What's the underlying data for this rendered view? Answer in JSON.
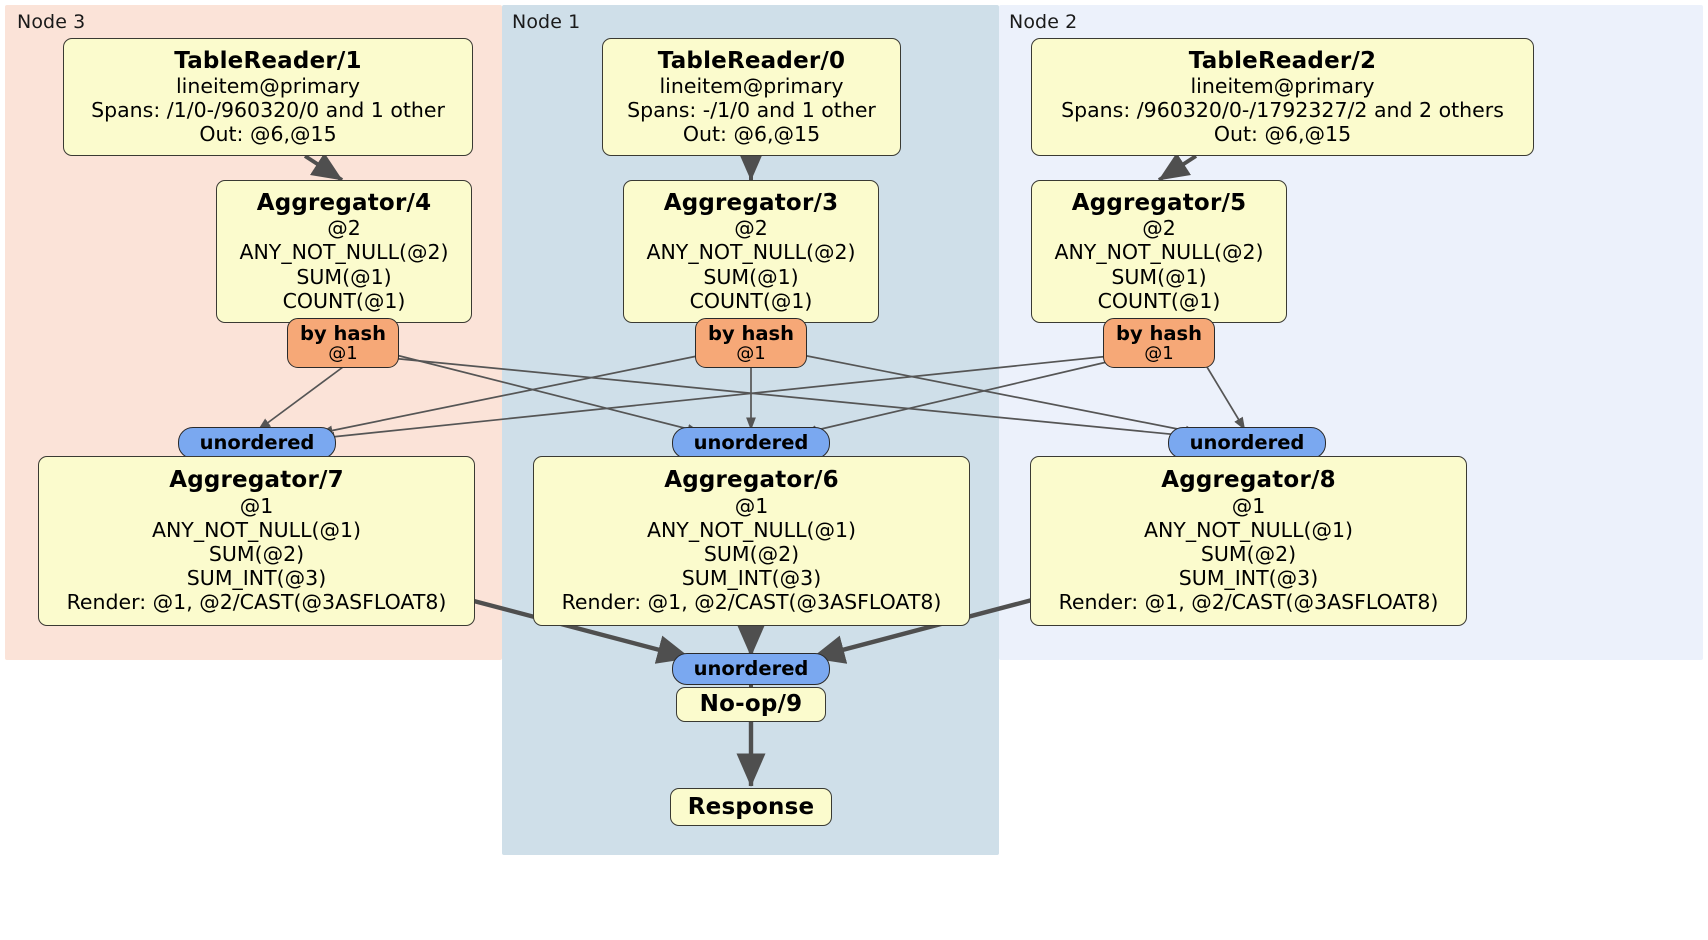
{
  "diagram": {
    "type": "distributed-query-plan",
    "colors": {
      "node3_bg": "#fbe3d8",
      "node1_bg": "#cfdfe9",
      "node2_bg": "#ecf1fb",
      "processor_bg": "#fbfbcd",
      "router_hash_bg": "#f6a877",
      "receiver_unordered_bg": "#7aa8f0",
      "edge": "#4f4f4f",
      "thin_edge": "#555555"
    }
  },
  "panels": [
    {
      "id": "node3",
      "label": "Node 3"
    },
    {
      "id": "node1",
      "label": "Node 1"
    },
    {
      "id": "node2",
      "label": "Node 2"
    }
  ],
  "processors": {
    "tablereader_1": {
      "title": "TableReader/1",
      "lines": [
        "lineitem@primary",
        "Spans: /1/0-/960320/0 and 1 other",
        "Out: @6,@15"
      ]
    },
    "tablereader_0": {
      "title": "TableReader/0",
      "lines": [
        "lineitem@primary",
        "Spans: -/1/0 and 1 other",
        "Out: @6,@15"
      ]
    },
    "tablereader_2": {
      "title": "TableReader/2",
      "lines": [
        "lineitem@primary",
        "Spans: /960320/0-/1792327/2 and 2 others",
        "Out: @6,@15"
      ]
    },
    "aggregator_4": {
      "title": "Aggregator/4",
      "lines": [
        "@2",
        "ANY_NOT_NULL(@2)",
        "SUM(@1)",
        "COUNT(@1)"
      ]
    },
    "aggregator_3": {
      "title": "Aggregator/3",
      "lines": [
        "@2",
        "ANY_NOT_NULL(@2)",
        "SUM(@1)",
        "COUNT(@1)"
      ]
    },
    "aggregator_5": {
      "title": "Aggregator/5",
      "lines": [
        "@2",
        "ANY_NOT_NULL(@2)",
        "SUM(@1)",
        "COUNT(@1)"
      ]
    },
    "aggregator_7": {
      "title": "Aggregator/7",
      "lines": [
        "@1",
        "ANY_NOT_NULL(@1)",
        "SUM(@2)",
        "SUM_INT(@3)",
        "Render: @1, @2/CAST(@3ASFLOAT8)"
      ]
    },
    "aggregator_6": {
      "title": "Aggregator/6",
      "lines": [
        "@1",
        "ANY_NOT_NULL(@1)",
        "SUM(@2)",
        "SUM_INT(@3)",
        "Render: @1, @2/CAST(@3ASFLOAT8)"
      ]
    },
    "aggregator_8": {
      "title": "Aggregator/8",
      "lines": [
        "@1",
        "ANY_NOT_NULL(@1)",
        "SUM(@2)",
        "SUM_INT(@3)",
        "Render: @1, @2/CAST(@3ASFLOAT8)"
      ]
    },
    "noop_9": {
      "title": "No-op/9",
      "lines": []
    },
    "response": {
      "title": "Response",
      "lines": []
    }
  },
  "routers": {
    "hash_left": {
      "label": "by hash",
      "key": "@1"
    },
    "hash_mid": {
      "label": "by hash",
      "key": "@1"
    },
    "hash_right": {
      "label": "by hash",
      "key": "@1"
    }
  },
  "receivers": {
    "unordered_left": {
      "label": "unordered"
    },
    "unordered_mid": {
      "label": "unordered"
    },
    "unordered_right": {
      "label": "unordered"
    },
    "unordered_final": {
      "label": "unordered"
    }
  }
}
